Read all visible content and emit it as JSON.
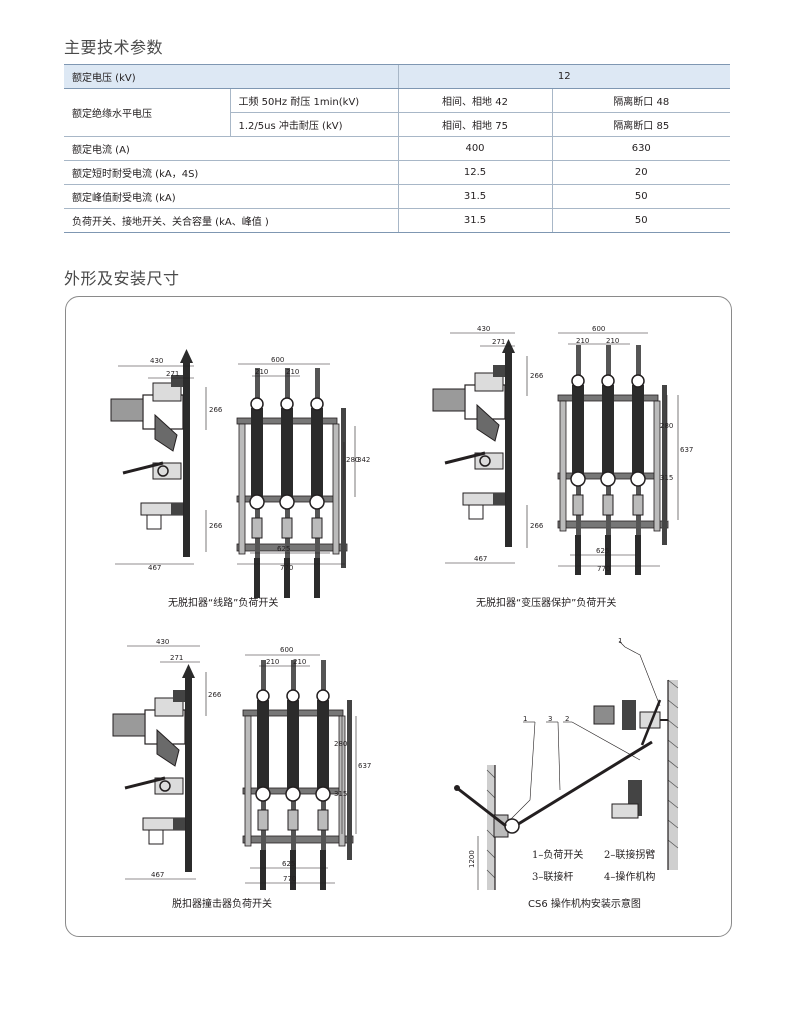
{
  "titles": {
    "tech_params": "主要技术参数",
    "dimensions": "外形及安装尺寸"
  },
  "spec_table": {
    "rated_voltage": {
      "label": "额定电压 (kV)",
      "value": "12"
    },
    "insulation": {
      "label": "额定绝缘水平电压",
      "power_freq": {
        "label": "工频 50Hz 耐压 1min(kV)",
        "phase": "相间、相地 42",
        "isolation": "隔离断口 48"
      },
      "impulse": {
        "label": "1.2/5us 冲击耐压 (kV)",
        "phase": "相间、相地 75",
        "isolation": "隔离断口 85"
      }
    },
    "rated_current": {
      "label": "额定电流 (A)",
      "v1": "400",
      "v2": "630"
    },
    "short_time": {
      "label": "额定短时耐受电流 (kA，4S)",
      "v1": "12.5",
      "v2": "20"
    },
    "peak": {
      "label": "额定峰值耐受电流 (kA)",
      "v1": "31.5",
      "v2": "50"
    },
    "making": {
      "label": "负荷开关、接地开关、关合容量 (kA、峰值 )",
      "v1": "31.5",
      "v2": "50"
    }
  },
  "drawings": {
    "d1": {
      "caption": "无脱扣器“线路”负荷开关",
      "dims": {
        "w430": "430",
        "w271": "271",
        "w600": "600",
        "w210a": "210",
        "w210b": "210",
        "h266a": "266",
        "h266b": "266",
        "h280": "280",
        "h342": "342",
        "w467": "467",
        "w625": "625",
        "w770": "770"
      }
    },
    "d2": {
      "caption": "无脱扣器“变压器保护”负荷开关",
      "dims": {
        "w430": "430",
        "w271": "271",
        "w600": "600",
        "w210a": "210",
        "w210b": "210",
        "h266a": "266",
        "h266b": "266",
        "h280": "280",
        "h315": "315",
        "h637": "637",
        "w467": "467",
        "w625": "625",
        "w770": "770"
      }
    },
    "d3": {
      "caption": "脱扣器撞击器负荷开关",
      "dims": {
        "w430": "430",
        "w271": "271",
        "w600": "600",
        "w210a": "210",
        "w210b": "210",
        "h266": "266",
        "h280": "280",
        "h315": "315",
        "h637": "637",
        "w467": "467",
        "w625": "625",
        "w770": "770"
      }
    },
    "d4": {
      "caption": "CS6 操作机构安装示意图",
      "callouts": {
        "c1a": "1",
        "c1b": "1",
        "c3": "3",
        "c2": "2"
      },
      "h1200": "1200",
      "legend": {
        "i1": "1–负荷开关",
        "i2": "2–联接拐臂",
        "i3": "3–联接杆",
        "i4": "4–操作机构"
      }
    }
  }
}
